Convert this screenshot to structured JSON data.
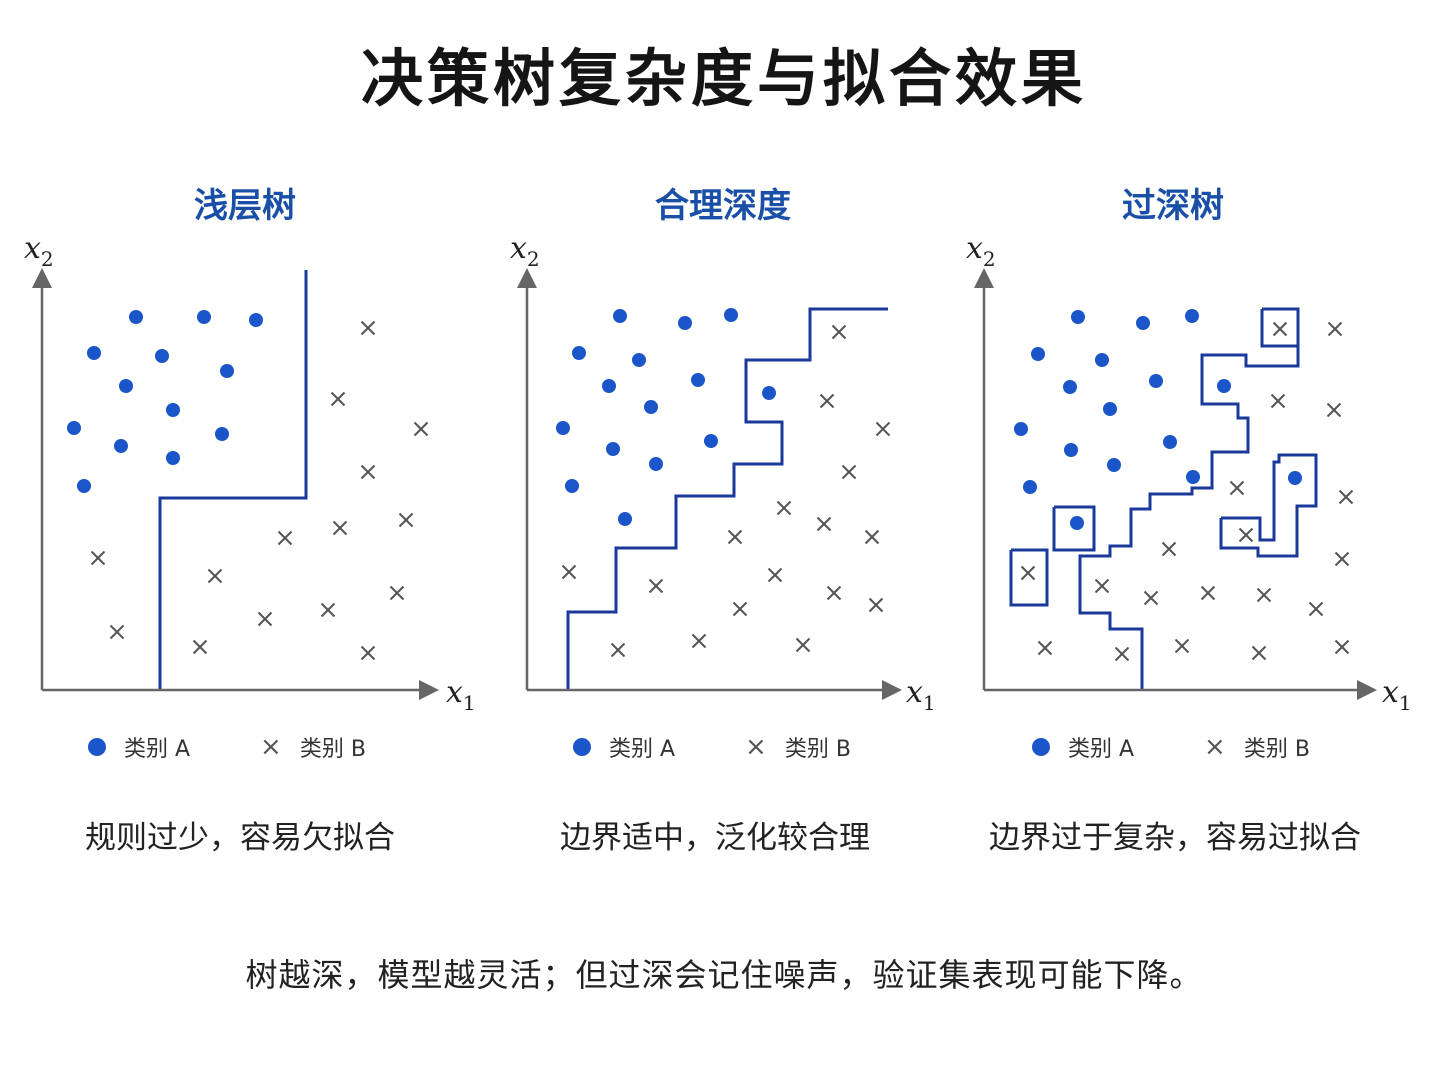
{
  "title": "决策树复杂度与拟合效果",
  "axis": {
    "x": "x",
    "x_sub": "1",
    "y": "x",
    "y_sub": "2"
  },
  "legend": {
    "a": "类别 A",
    "b": "类别 B"
  },
  "colors": {
    "class_a": "#1a56c9",
    "class_b": "#555555",
    "boundary": "#1a3a9a",
    "title_accent": "#1a4fa8"
  },
  "panels": [
    {
      "title": "浅层树",
      "caption": "规则过少，容易欠拟合",
      "class_a": [
        [
          136,
          317
        ],
        [
          204,
          317
        ],
        [
          256,
          320
        ],
        [
          94,
          353
        ],
        [
          162,
          356
        ],
        [
          126,
          386
        ],
        [
          227,
          371
        ],
        [
          173,
          410
        ],
        [
          74,
          428
        ],
        [
          121,
          446
        ],
        [
          222,
          434
        ],
        [
          173,
          458
        ],
        [
          84,
          486
        ]
      ],
      "class_b": [
        [
          368,
          328
        ],
        [
          338,
          399
        ],
        [
          421,
          429
        ],
        [
          368,
          472
        ],
        [
          340,
          528
        ],
        [
          406,
          520
        ],
        [
          285,
          538
        ],
        [
          98,
          558
        ],
        [
          215,
          576
        ],
        [
          397,
          593
        ],
        [
          328,
          610
        ],
        [
          265,
          619
        ],
        [
          117,
          632
        ],
        [
          200,
          647
        ],
        [
          368,
          653
        ]
      ],
      "boundaries": [
        [
          [
            306,
            270
          ],
          [
            306,
            498
          ],
          [
            160,
            498
          ],
          [
            160,
            690
          ]
        ]
      ]
    },
    {
      "title": "合理深度",
      "caption": "边界适中，泛化较合理",
      "class_a": [
        [
          620,
          316
        ],
        [
          685,
          323
        ],
        [
          731,
          315
        ],
        [
          579,
          353
        ],
        [
          639,
          360
        ],
        [
          609,
          386
        ],
        [
          698,
          380
        ],
        [
          769,
          393
        ],
        [
          651,
          407
        ],
        [
          563,
          428
        ],
        [
          613,
          449
        ],
        [
          711,
          441
        ],
        [
          656,
          464
        ],
        [
          572,
          486
        ],
        [
          625,
          519
        ]
      ],
      "class_b": [
        [
          839,
          332
        ],
        [
          827,
          401
        ],
        [
          883,
          429
        ],
        [
          849,
          472
        ],
        [
          784,
          508
        ],
        [
          824,
          524
        ],
        [
          872,
          537
        ],
        [
          735,
          537
        ],
        [
          569,
          572
        ],
        [
          775,
          575
        ],
        [
          656,
          586
        ],
        [
          834,
          593
        ],
        [
          740,
          609
        ],
        [
          876,
          605
        ],
        [
          618,
          650
        ],
        [
          699,
          641
        ],
        [
          803,
          645
        ]
      ],
      "boundaries": [
        [
          [
            568,
            690
          ],
          [
            568,
            612
          ],
          [
            616,
            612
          ],
          [
            616,
            548
          ],
          [
            676,
            548
          ],
          [
            676,
            496
          ],
          [
            734,
            496
          ],
          [
            734,
            464
          ],
          [
            782,
            464
          ],
          [
            782,
            422
          ],
          [
            746,
            422
          ],
          [
            746,
            360
          ],
          [
            810,
            360
          ],
          [
            810,
            309
          ],
          [
            888,
            309
          ]
        ]
      ]
    },
    {
      "title": "过深树",
      "caption": "边界过于复杂，容易过拟合",
      "class_a": [
        [
          1078,
          317
        ],
        [
          1143,
          323
        ],
        [
          1192,
          316
        ],
        [
          1038,
          354
        ],
        [
          1102,
          360
        ],
        [
          1070,
          387
        ],
        [
          1156,
          381
        ],
        [
          1224,
          386
        ],
        [
          1110,
          409
        ],
        [
          1021,
          429
        ],
        [
          1071,
          450
        ],
        [
          1170,
          442
        ],
        [
          1114,
          465
        ],
        [
          1193,
          477
        ],
        [
          1030,
          487
        ],
        [
          1077,
          523
        ],
        [
          1295,
          478
        ]
      ],
      "class_b": [
        [
          1280,
          329
        ],
        [
          1335,
          329
        ],
        [
          1278,
          401
        ],
        [
          1334,
          410
        ],
        [
          1237,
          488
        ],
        [
          1346,
          497
        ],
        [
          1246,
          535
        ],
        [
          1169,
          549
        ],
        [
          1342,
          559
        ],
        [
          1028,
          573
        ],
        [
          1102,
          586
        ],
        [
          1151,
          598
        ],
        [
          1208,
          593
        ],
        [
          1264,
          595
        ],
        [
          1316,
          609
        ],
        [
          1045,
          648
        ],
        [
          1122,
          654
        ],
        [
          1182,
          646
        ],
        [
          1259,
          653
        ],
        [
          1342,
          647
        ]
      ],
      "boundaries": [
        [
          [
            1142,
            690
          ],
          [
            1142,
            629
          ],
          [
            1110,
            629
          ],
          [
            1110,
            613
          ],
          [
            1080,
            613
          ],
          [
            1080,
            556
          ],
          [
            1110,
            556
          ],
          [
            1110,
            546
          ],
          [
            1131,
            546
          ],
          [
            1131,
            509
          ],
          [
            1150,
            509
          ],
          [
            1150,
            494
          ],
          [
            1192,
            494
          ],
          [
            1192,
            488
          ],
          [
            1212,
            488
          ],
          [
            1212,
            452
          ],
          [
            1248,
            452
          ],
          [
            1248,
            418
          ],
          [
            1238,
            418
          ],
          [
            1238,
            404
          ],
          [
            1202,
            404
          ],
          [
            1202,
            355
          ],
          [
            1246,
            355
          ],
          [
            1246,
            366
          ],
          [
            1298,
            366
          ],
          [
            1298,
            346
          ],
          [
            1298,
            346
          ]
        ],
        [
          [
            1262,
            309
          ],
          [
            1298,
            309
          ],
          [
            1298,
            346
          ],
          [
            1262,
            346
          ],
          [
            1262,
            309
          ]
        ],
        [
          [
            1054,
            507
          ],
          [
            1094,
            507
          ],
          [
            1094,
            550
          ],
          [
            1054,
            550
          ],
          [
            1054,
            507
          ]
        ],
        [
          [
            1011,
            550
          ],
          [
            1047,
            550
          ],
          [
            1047,
            605
          ],
          [
            1011,
            605
          ],
          [
            1011,
            550
          ]
        ],
        [
          [
            1221,
            518
          ],
          [
            1260,
            518
          ],
          [
            1260,
            540
          ],
          [
            1274,
            540
          ],
          [
            1274,
            462
          ],
          [
            1279,
            462
          ],
          [
            1279,
            455
          ],
          [
            1316,
            455
          ],
          [
            1316,
            506
          ],
          [
            1297,
            506
          ],
          [
            1297,
            556
          ],
          [
            1258,
            556
          ],
          [
            1258,
            548
          ],
          [
            1221,
            548
          ],
          [
            1221,
            518
          ]
        ]
      ]
    }
  ],
  "bottom_note": "树越深，模型越灵活；但过深会记住噪声，验证集表现可能下降。"
}
